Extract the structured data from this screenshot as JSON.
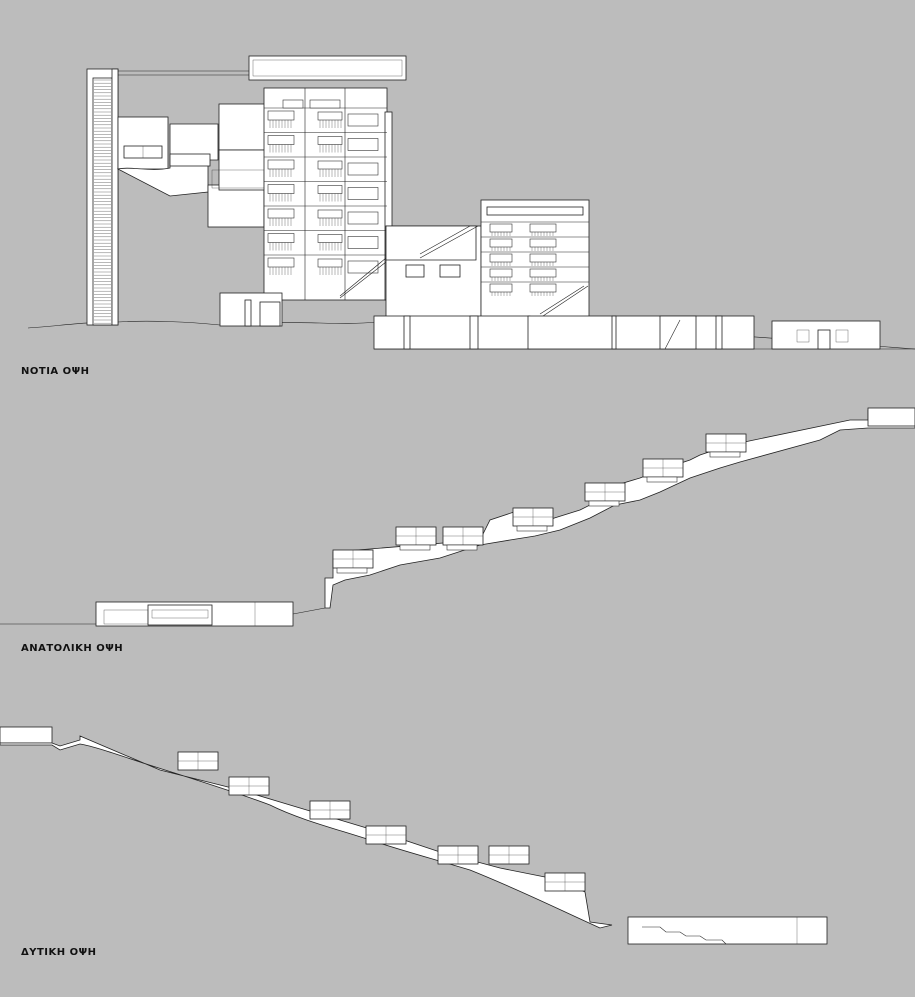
{
  "elevations": [
    {
      "id": "south",
      "label": "ΝΟΤΙΑ ΟΨΗ"
    },
    {
      "id": "east",
      "label": "ΑΝΑΤΟΛΙΚΗ ΟΨΗ"
    },
    {
      "id": "west",
      "label": "ΔΥΤΙΚΗ ΟΨΗ"
    }
  ],
  "colors": {
    "background": "#bcbcbc",
    "fill": "#ffffff",
    "line": "#222222"
  }
}
